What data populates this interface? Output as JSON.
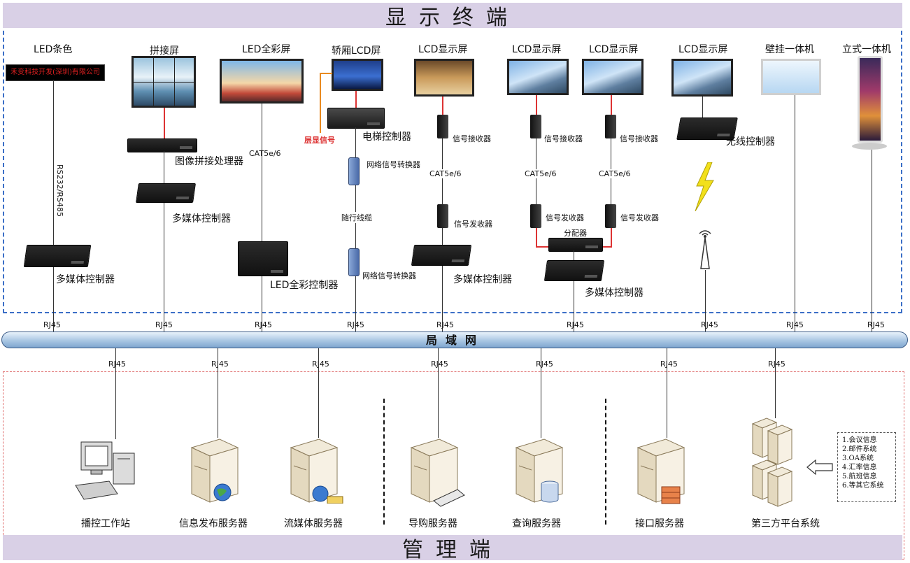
{
  "top_banner": "显示终端",
  "bottom_banner": "管理端",
  "network_label": "局域网",
  "rj45": "RJ45",
  "devices_top": {
    "led_strip": {
      "title": "LED条色",
      "ticker": "禾变科技开发(深圳)有限公司",
      "cable": "RS232/RS485",
      "controller": "多媒体控制器"
    },
    "splice": {
      "title": "拼接屏",
      "processor": "图像拼接处理器",
      "controller": "多媒体控制器"
    },
    "led_full": {
      "title": "LED全彩屏",
      "cable": "CAT5e/6",
      "controller": "LED全彩控制器"
    },
    "elevator": {
      "title": "轿厢LCD屏",
      "floor_signal": "层显信号",
      "controller": "电梯控制器",
      "converter1": "网络信号转换器",
      "cable": "随行线缆",
      "converter2": "网络信号转换器"
    },
    "lcd1": {
      "title": "LCD显示屏",
      "receiver": "信号接收器",
      "cable": "CAT5e/6",
      "sender": "信号发收器",
      "controller": "多媒体控制器"
    },
    "lcd2": {
      "title": "LCD显示屏",
      "receiver": "信号接收器",
      "cable": "CAT5e/6",
      "sender": "信号发收器"
    },
    "lcd3": {
      "title": "LCD显示屏",
      "receiver": "信号接收器",
      "cable": "CAT5e/6",
      "sender": "信号发收器"
    },
    "splitter": "分配器",
    "shared_controller": "多媒体控制器",
    "lcd_wireless": {
      "title": "LCD显示屏",
      "controller": "无线控制器"
    },
    "wall_unit": {
      "title": "壁挂一体机"
    },
    "stand_unit": {
      "title": "立式一体机"
    }
  },
  "devices_bottom": [
    {
      "label": "播控工作站"
    },
    {
      "label": "信息发布服务器"
    },
    {
      "label": "流媒体服务器"
    },
    {
      "label": "导购服务器"
    },
    {
      "label": "查询服务器"
    },
    {
      "label": "接口服务器"
    },
    {
      "label": "第三方平台系统"
    }
  ],
  "third_party_info": [
    "1.会议信息",
    "2.邮件系统",
    "3.OA系统",
    "4.汇率信息",
    "5.航班信息",
    "6.等其它系统"
  ],
  "colors": {
    "banner_bg": "#d9d0e6",
    "top_border": "#3b6fc7",
    "bottom_border": "#e07070",
    "red_link": "#d33333"
  }
}
